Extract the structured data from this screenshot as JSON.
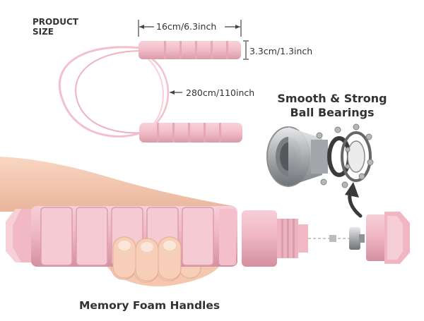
{
  "labels": {
    "product_size_line1": "PRODUCT",
    "product_size_line2": "SIZE",
    "handle_length": "16cm/6.3inch",
    "handle_diameter": "3.3cm/1.3inch",
    "rope_length": "280cm/110inch",
    "bearings_line1": "Smooth & Strong",
    "bearings_line2": "Ball Bearings",
    "handles_caption": "Memory Foam Handles"
  },
  "colors": {
    "handle_pink": "#f2bcc7",
    "rope_pink": "#f5c6d0",
    "metal": "#b8babd",
    "text": "#333333",
    "skin": "#f7cdb5"
  }
}
